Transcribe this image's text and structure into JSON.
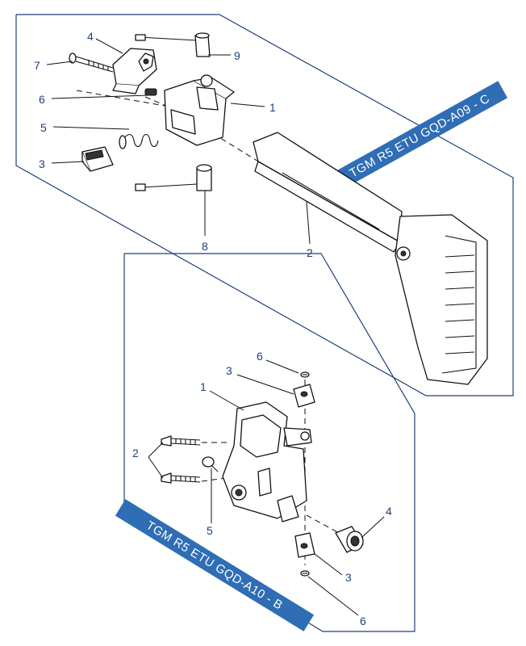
{
  "diagram_1": {
    "band_label": "TGM R5 ETU GQD-A09 - C",
    "callouts": [
      "1",
      "2",
      "3",
      "4",
      "5",
      "6",
      "7",
      "8",
      "9"
    ]
  },
  "diagram_2": {
    "band_label": "TGM R5 ETU GQD-A10 - B",
    "callouts": [
      "1",
      "2",
      "3",
      "3",
      "4",
      "5",
      "6",
      "6"
    ]
  },
  "colors": {
    "border": "#1f3f7a",
    "band_fill": "#2f6db5",
    "band_text": "#ffffff",
    "callout_text": "#1f3f7a",
    "part_outline": "#111111"
  }
}
